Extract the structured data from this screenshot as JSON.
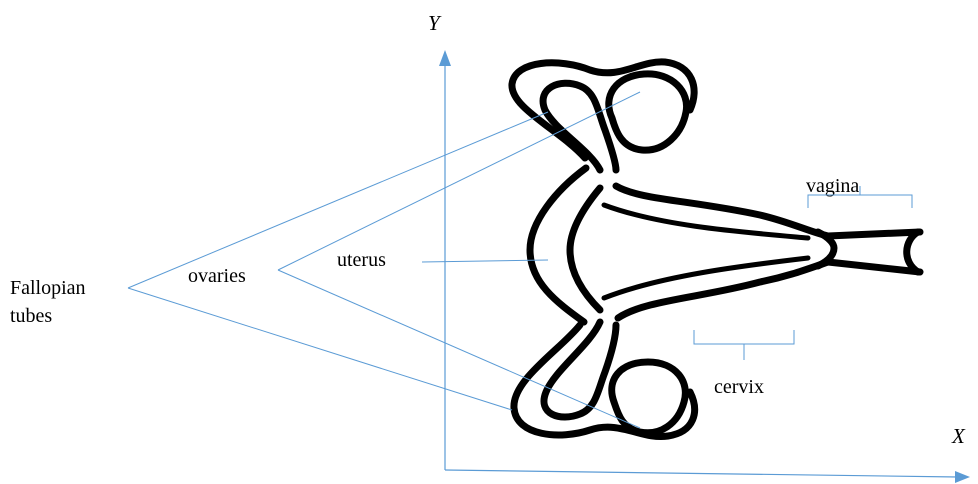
{
  "axes": {
    "x_label": "X",
    "y_label": "Y"
  },
  "labels": {
    "fallopian_line1": "Fallopian",
    "fallopian_line2": "tubes",
    "ovaries": "ovaries",
    "uterus": "uterus",
    "vagina": "vagina",
    "cervix": "cervix"
  },
  "colors": {
    "leader_lines": "#5b9bd5",
    "anatomy_outline": "#000000"
  }
}
